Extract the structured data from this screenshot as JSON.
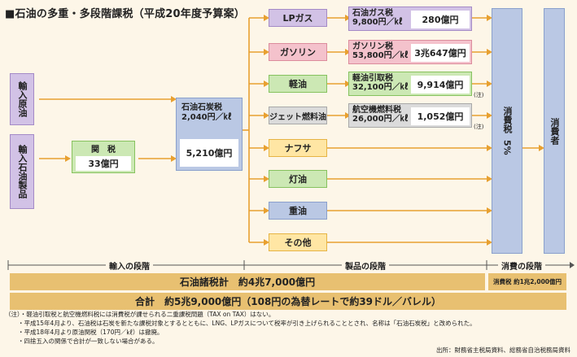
{
  "title": "■石油の多重・多段階課税（平成20年度予算案）",
  "inputs": {
    "crude_import": "輸入原油",
    "product_import": "輸入石油製品"
  },
  "customs": {
    "label": "関　税",
    "amount": "33億円"
  },
  "petroleum_coal_tax": {
    "label": "石油石炭税",
    "rate": "2,040円／㎘",
    "amount": "5,210億円"
  },
  "products": [
    {
      "name": "LPガス",
      "tax_name": "石油ガス税",
      "tax_rate": "9,800円／㎘",
      "amount": "280億円"
    },
    {
      "name": "ガソリン",
      "tax_name": "ガソリン税",
      "tax_rate": "53,800円／㎘",
      "amount": "3兆647億円"
    },
    {
      "name": "軽油",
      "tax_name": "軽油引取税",
      "tax_rate": "32,100円／㎘",
      "amount": "9,914億円",
      "note": "(注)"
    },
    {
      "name": "ジェット燃料油",
      "tax_name": "航空機燃料税",
      "tax_rate": "26,000円／㎘",
      "amount": "1,052億円",
      "note": "(注)"
    },
    {
      "name": "ナフサ"
    },
    {
      "name": "灯油"
    },
    {
      "name": "重油"
    },
    {
      "name": "その他"
    }
  ],
  "consumption_tax": {
    "label": "消費税",
    "rate": "5%"
  },
  "consumer": {
    "label": "消費者"
  },
  "stages": {
    "import": "輸入の段階",
    "product": "製品の段階",
    "consumption": "消費の段階"
  },
  "totals": {
    "petroleum_total": "石油諸税計　約4兆7,000億円",
    "consumption_total": "消費税 約1兆2,000億円",
    "grand_total": "合計　約5兆9,000億円（108円の為替レートで約39ドル／バレル）"
  },
  "notes": [
    "（注）・軽油引取税と航空機燃料税には消費税が課せられる二重課税問題（TAX on TAX）はない。",
    "・平成15年4月より、石油税は石炭を新たな課税対象とするとともに、LNG、LPガスについて税率が引き上げられることとされ、名称は「石油石炭税」と改められた。",
    "・平成18年4月より原油関税（170円／㎘）は撤廃。",
    "・四捨五入の関係で合計が一致しない場合がある。"
  ],
  "source": "出所：財務省主税局資料、総務省自治税務局資料",
  "colors": {
    "purple": "#d2c2e6",
    "green": "#cce8b4",
    "pink": "#f4c2cc",
    "orange": "#ffe6a4",
    "blue": "#bac8e4",
    "band": "#e8c071"
  }
}
